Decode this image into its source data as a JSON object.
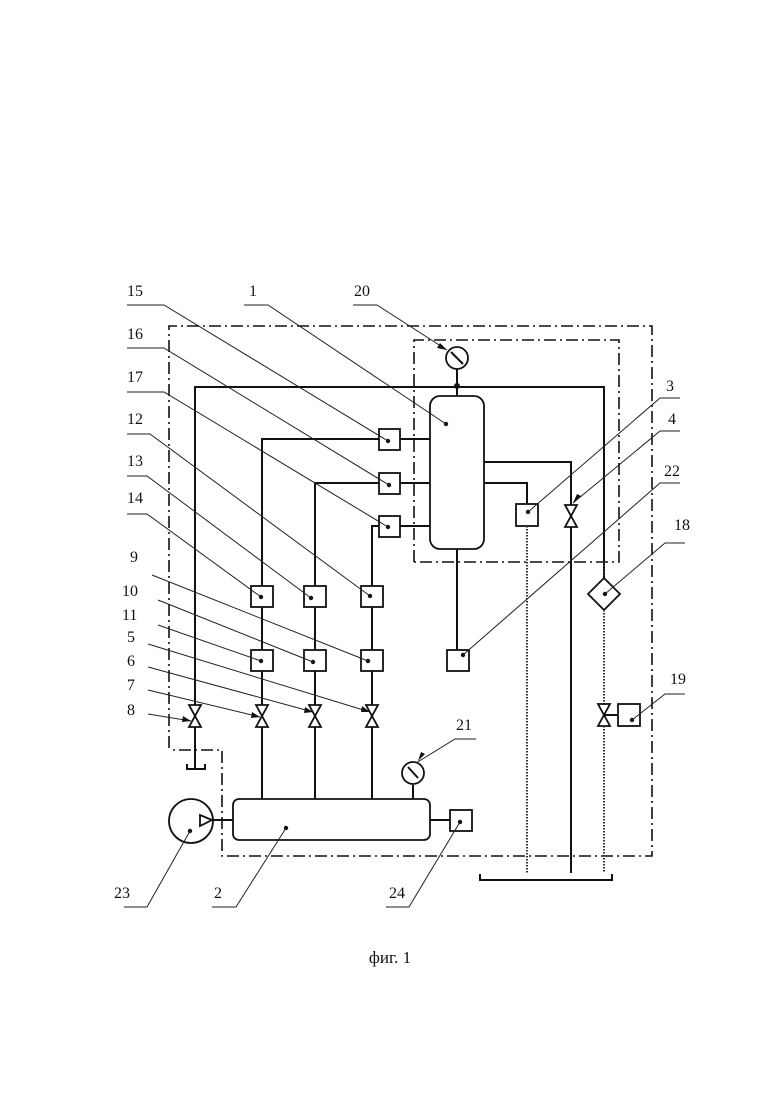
{
  "figure": {
    "caption": "фиг. 1",
    "line_color": "#111111",
    "background": "#ffffff"
  },
  "components": [
    {
      "id": "1",
      "label": "1",
      "kind": "vertical-vessel"
    },
    {
      "id": "2",
      "label": "2",
      "kind": "horizontal-vessel"
    },
    {
      "id": "3",
      "label": "3",
      "kind": "block"
    },
    {
      "id": "4",
      "label": "4",
      "kind": "valve"
    },
    {
      "id": "5",
      "label": "5",
      "kind": "valve"
    },
    {
      "id": "6",
      "label": "6",
      "kind": "valve"
    },
    {
      "id": "7",
      "label": "7",
      "kind": "valve"
    },
    {
      "id": "8",
      "label": "8",
      "kind": "valve"
    },
    {
      "id": "9",
      "label": "9",
      "kind": "block"
    },
    {
      "id": "10",
      "label": "10",
      "kind": "block"
    },
    {
      "id": "11",
      "label": "11",
      "kind": "block"
    },
    {
      "id": "12",
      "label": "12",
      "kind": "block"
    },
    {
      "id": "13",
      "label": "13",
      "kind": "block"
    },
    {
      "id": "14",
      "label": "14",
      "kind": "block"
    },
    {
      "id": "15",
      "label": "15",
      "kind": "block"
    },
    {
      "id": "16",
      "label": "16",
      "kind": "block"
    },
    {
      "id": "17",
      "label": "17",
      "kind": "block"
    },
    {
      "id": "18",
      "label": "18",
      "kind": "filter"
    },
    {
      "id": "19",
      "label": "19",
      "kind": "actuator-block"
    },
    {
      "id": "20",
      "label": "20",
      "kind": "pressure-gauge"
    },
    {
      "id": "21",
      "label": "21",
      "kind": "pressure-gauge"
    },
    {
      "id": "22",
      "label": "22",
      "kind": "block"
    },
    {
      "id": "23",
      "label": "23",
      "kind": "pump"
    },
    {
      "id": "24",
      "label": "24",
      "kind": "block"
    }
  ]
}
